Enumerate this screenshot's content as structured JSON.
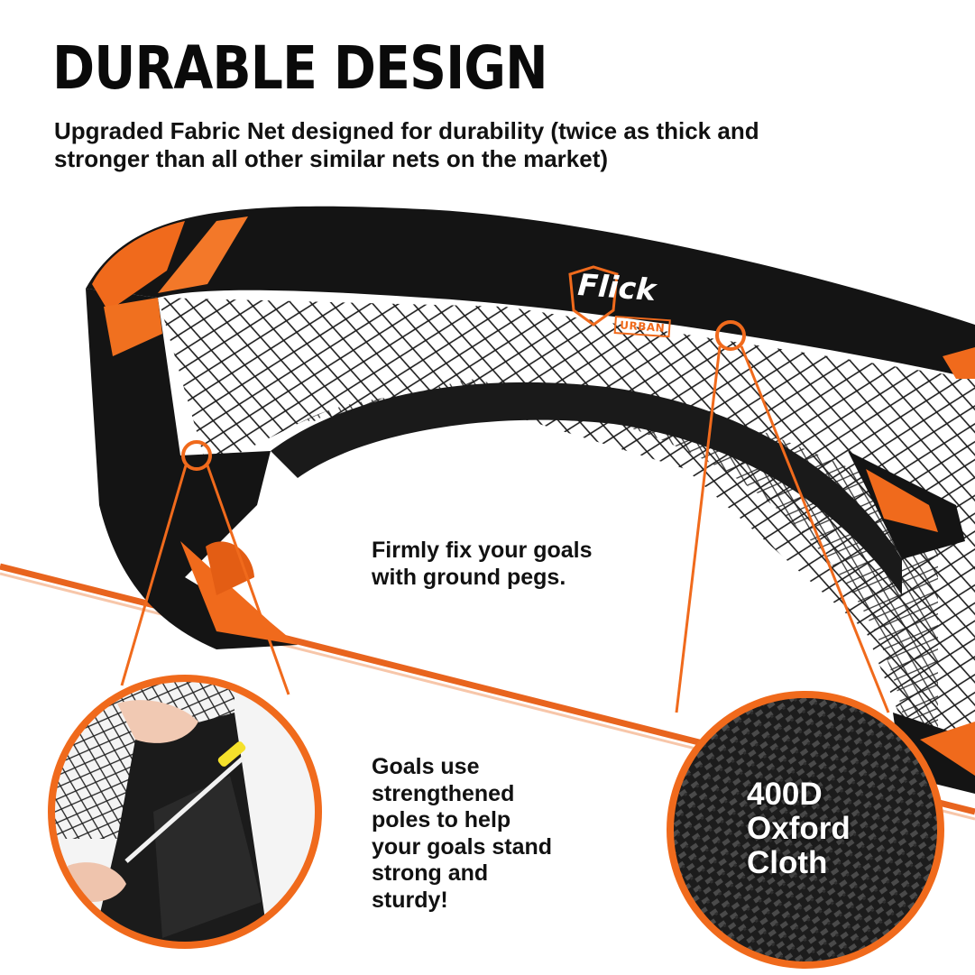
{
  "headline": "DURABLE DESIGN",
  "subheadline": "Upgraded Fabric Net designed for durability (twice as thick and stronger than all other similar nets on the market)",
  "brand": {
    "name": "Flick",
    "tagline": "URBAN"
  },
  "captions": {
    "pegs": "Firmly fix your goals with ground pegs.",
    "poles": "Goals use strengthened poles to help your goals stand strong and sturdy!"
  },
  "cloth_label": "400D Oxford Cloth",
  "colors": {
    "accent": "#f06a1c",
    "frame": "#141414",
    "text": "#111111"
  }
}
